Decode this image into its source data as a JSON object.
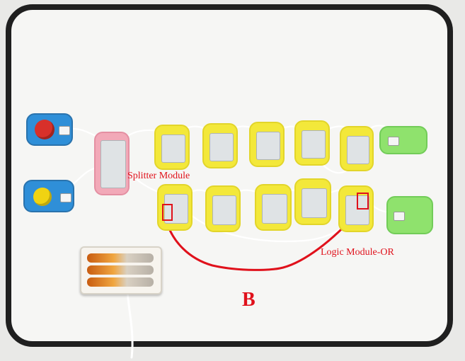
{
  "annotations": {
    "splitter_label": "Splitter Module",
    "logic_label": "Logic Module-OR",
    "figure_letter": "B"
  },
  "colors": {
    "annotation": "#e0111b",
    "board_frame": "#1f1f1f",
    "input_module": "#2f8fd8",
    "splitter_module": "#f2a9b8",
    "logic_module": "#f3e83a",
    "output_module": "#8fe26d"
  },
  "objects": {
    "input_buttons": [
      "red-button",
      "yellow-button"
    ],
    "logic_rows": 2,
    "logic_modules_per_row": 5,
    "output_modules": 2
  }
}
